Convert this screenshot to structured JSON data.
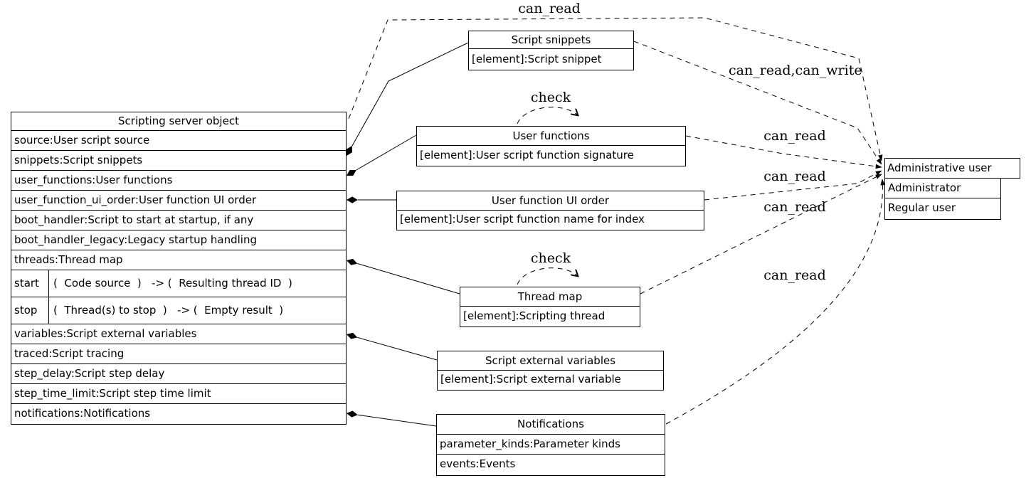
{
  "server": {
    "title": "Scripting server object",
    "rows": [
      "source:User script source",
      "snippets:Script snippets",
      "user_functions:User functions",
      "user_function_ui_order:User function UI order",
      "boot_handler:Script to start at startup, if any",
      "boot_handler_legacy:Legacy startup handling",
      "threads:Thread map"
    ],
    "methods": [
      {
        "name": "start",
        "sig": "(  Code source  )   -> (  Resulting thread ID  )"
      },
      {
        "name": "stop",
        "sig": "(  Thread(s) to stop  )   -> (  Empty result  )"
      }
    ],
    "rows2": [
      "variables:Script external variables",
      "traced:Script tracing",
      "step_delay:Script step delay",
      "step_time_limit:Script step time limit",
      "notifications:Notifications"
    ]
  },
  "nodes": {
    "script_snippets": {
      "title": "Script snippets",
      "element": "[element]:Script snippet"
    },
    "user_functions": {
      "title": "User functions",
      "element": "[element]:User script function signature"
    },
    "ui_order": {
      "title": "User function UI order",
      "element": "[element]:User script function name for index"
    },
    "thread_map": {
      "title": "Thread map",
      "element": "[element]:Scripting thread"
    },
    "ext_vars": {
      "title": "Script external variables",
      "element": "[element]:Script external variable"
    },
    "notifications": {
      "title": "Notifications",
      "rows": [
        "parameter_kinds:Parameter kinds",
        "events:Events"
      ]
    }
  },
  "admin": {
    "title": "Administrative user",
    "roles": [
      "Administrator",
      "Regular user"
    ]
  },
  "edge_labels": {
    "can_read_top": "can_read",
    "can_read_write_snippets": "can_read,can_write",
    "can_read_user_functions": "can_read",
    "can_read_ui_order": "can_read",
    "can_read_thread_map": "can_read",
    "can_read_notifications": "can_read",
    "check_user_functions": "check",
    "check_thread_map": "check"
  },
  "colors": {
    "line": "#000000",
    "background": "#ffffff"
  }
}
